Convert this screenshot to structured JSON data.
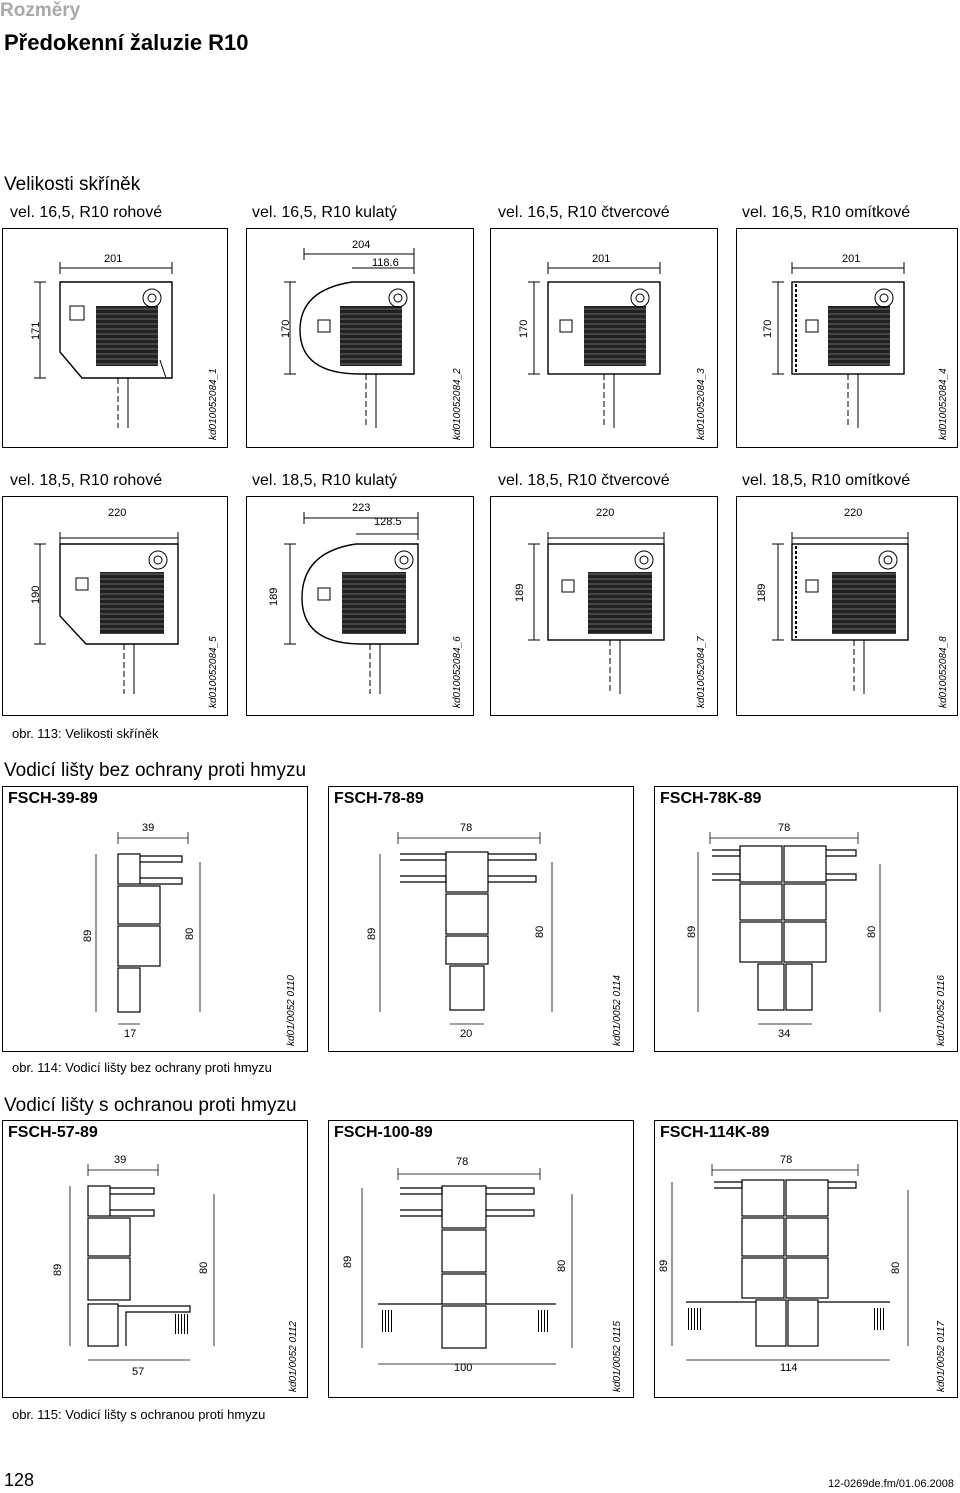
{
  "header": {
    "section": "Rozměry",
    "title": "Předokenní žaluzie R10"
  },
  "housings": {
    "title": "Velikosti skříněk",
    "row1": [
      {
        "label": "vel. 16,5, R10 rohové",
        "width": "201",
        "height": "171",
        "code": "kd010052084_1"
      },
      {
        "label": "vel. 16,5, R10 kulatý",
        "width": "204",
        "width2": "118.6",
        "height": "170",
        "code": "kd010052084_2"
      },
      {
        "label": "vel. 16,5, R10 čtvercové",
        "width": "201",
        "height": "170",
        "code": "kd010052084_3"
      },
      {
        "label": "vel. 16,5, R10 omítkové",
        "width": "201",
        "height": "170",
        "code": "kd010052084_4"
      }
    ],
    "row2": [
      {
        "label": "vel. 18,5, R10 rohové",
        "width": "220",
        "height": "190",
        "code": "kd010052084_5"
      },
      {
        "label": "vel. 18,5, R10 kulatý",
        "width": "223",
        "width2": "128.5",
        "height": "189",
        "code": "kd010052084_6"
      },
      {
        "label": "vel. 18,5, R10 čtvercové",
        "width": "220",
        "height": "189",
        "code": "kd010052084_7"
      },
      {
        "label": "vel. 18,5, R10 omítkové",
        "width": "220",
        "height": "189",
        "code": "kd010052084_8"
      }
    ],
    "caption": "obr. 113: Velikosti skříněk"
  },
  "rails_plain": {
    "title": "Vodicí lišty bez ochrany proti hmyzu",
    "items": [
      {
        "label": "FSCH-39-89",
        "top": "39",
        "height": "89",
        "inner": "80",
        "bottom": "17",
        "code": "kd01/0052 0110"
      },
      {
        "label": "FSCH-78-89",
        "top": "78",
        "height": "89",
        "inner": "80",
        "bottom": "20",
        "code": "kd01/0052 0114"
      },
      {
        "label": "FSCH-78K-89",
        "top": "78",
        "height": "89",
        "inner": "80",
        "bottom": "34",
        "code": "kd01/0052 0116"
      }
    ],
    "caption": "obr. 114: Vodicí lišty bez ochrany proti hmyzu"
  },
  "rails_protected": {
    "title": "Vodicí lišty s ochranou proti hmyzu",
    "items": [
      {
        "label": "FSCH-57-89",
        "top": "39",
        "height": "89",
        "inner": "80",
        "bottom": "57",
        "code": "kd01/0052 0112"
      },
      {
        "label": "FSCH-100-89",
        "top": "78",
        "height": "89",
        "inner": "80",
        "bottom": "100",
        "code": "kd01/0052 0115"
      },
      {
        "label": "FSCH-114K-89",
        "top": "78",
        "height": "89",
        "inner": "80",
        "bottom": "114",
        "code": "kd01/0052 0117"
      }
    ],
    "caption": "obr. 115: Vodicí lišty s ochranou proti hmyzu"
  },
  "footer": {
    "page": "128",
    "file": "12-0269de.fm/01.06.2008"
  }
}
